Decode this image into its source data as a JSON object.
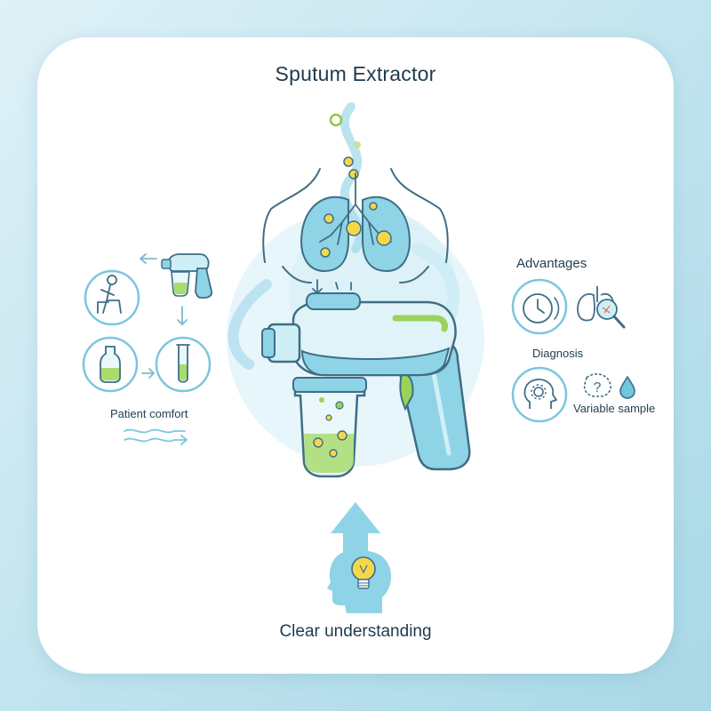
{
  "title": "Sputum Extractor",
  "left_panel": {
    "caption": "Patient comfort"
  },
  "right_panel": {
    "heading": "Advantages",
    "item_1_label": "Diagnosis",
    "item_2_label": "Variable sample"
  },
  "footer": {
    "caption": "Clear understanding"
  },
  "colors": {
    "outline": "#3f6e86",
    "aqua": "#6fc6dd",
    "aqua_light": "#bfe7f2",
    "lung": "#8fd3e6",
    "yellow": "#f5d84a",
    "green": "#9bd35a",
    "arrow": "#7cc6df"
  }
}
